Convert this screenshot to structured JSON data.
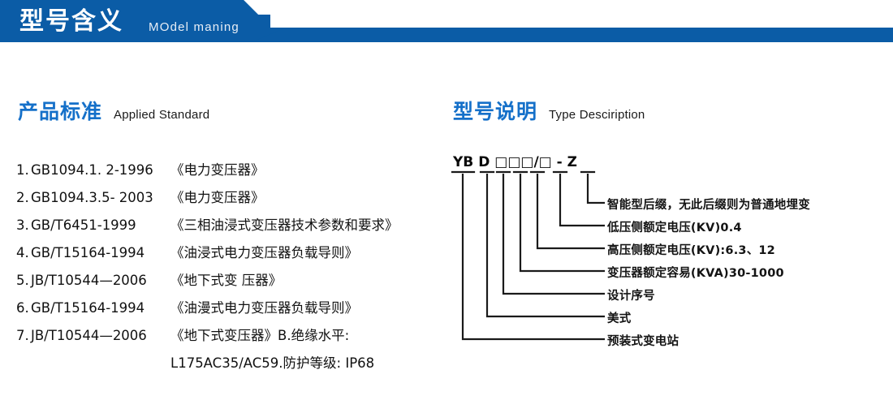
{
  "banner": {
    "title": "型号含义",
    "subtitle": "MOdel maning",
    "color": "#0b5ca6"
  },
  "sections": {
    "left": {
      "cn": "产品标准",
      "en": "Applied Standard",
      "color": "#1570c9"
    },
    "right": {
      "cn": "型号说明",
      "en": "Type Desciription",
      "color": "#1570c9"
    }
  },
  "standards": [
    {
      "num": "1.",
      "code": "GB1094.1. 2-1996",
      "name": "《电力变压器》"
    },
    {
      "num": "2.",
      "code": "GB1094.3.5- 2003",
      "name": "《电力变压器》"
    },
    {
      "num": "3.",
      "code": "GB/T6451-1999",
      "name": "《三相油浸式变压器技术参数和要求》"
    },
    {
      "num": "4.",
      "code": "GB/T15164-1994",
      "name": "《油浸式电力变压器负载导则》"
    },
    {
      "num": "5.",
      "code": "JB/T10544—2006",
      "name": "《地下式变 压器》"
    },
    {
      "num": "6.",
      "code": "GB/T15164-1994",
      "name": "《油漫式电力变压器负载导则》"
    },
    {
      "num": "7.",
      "code": "JB/T10544—2006",
      "name": "《地下式变压器》B.绝缘水平:"
    }
  ],
  "standards_continuation": "L175AC35/AC59.防护等级: IP68",
  "type_code": {
    "segments": [
      "YB",
      "D",
      "□",
      "□",
      "□",
      "□",
      "Z"
    ],
    "separator_slash": "/",
    "separator_dash": "-",
    "full": "YB D □□□/□ - Z"
  },
  "type_labels": [
    "智能型后缀，无此后缀则为普通地埋变",
    "低压侧额定电压(KV)0.4",
    "高压侧额定电压(KV):6.3、12",
    "变压器额定容易(KVA)30-1000",
    "设计序号",
    "美式",
    "预装式变电站"
  ]
}
